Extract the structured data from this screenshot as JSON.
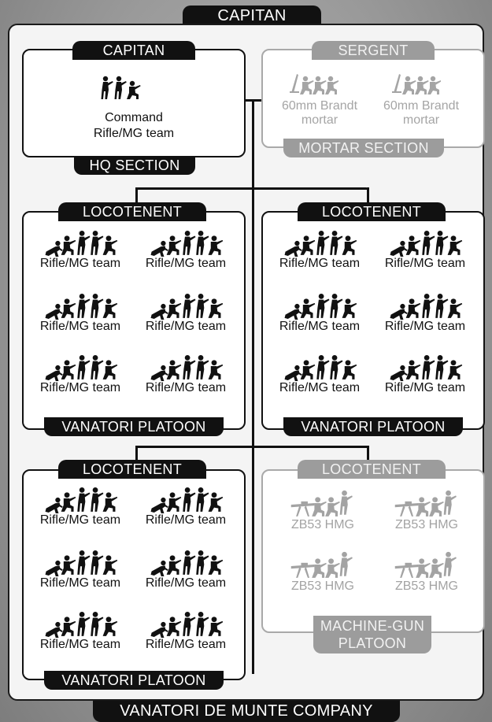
{
  "company": {
    "top_title": "CAPITAN",
    "bottom_title": "VANATORI DE MUNTE COMPANY"
  },
  "hq": {
    "command_title": "CAPITAN",
    "team_line1": "Command",
    "team_line2": "Rifle/MG team",
    "section_label": "HQ SECTION"
  },
  "mortar": {
    "command_title": "SERGENT",
    "teams": [
      {
        "line1": "60mm Brandt",
        "line2": "mortar"
      },
      {
        "line1": "60mm Brandt",
        "line2": "mortar"
      }
    ],
    "section_label": "MORTAR SECTION"
  },
  "platoon1": {
    "command_title": "LOCOTENENT",
    "teams": [
      "Rifle/MG team",
      "Rifle/MG team",
      "Rifle/MG team",
      "Rifle/MG team",
      "Rifle/MG team",
      "Rifle/MG team"
    ],
    "section_label": "VANATORI PLATOON"
  },
  "platoon2": {
    "command_title": "LOCOTENENT",
    "teams": [
      "Rifle/MG team",
      "Rifle/MG team",
      "Rifle/MG team",
      "Rifle/MG team",
      "Rifle/MG team",
      "Rifle/MG team"
    ],
    "section_label": "VANATORI PLATOON"
  },
  "platoon3": {
    "command_title": "LOCOTENENT",
    "teams": [
      "Rifle/MG team",
      "Rifle/MG team",
      "Rifle/MG team",
      "Rifle/MG team",
      "Rifle/MG team",
      "Rifle/MG team"
    ],
    "section_label": "VANATORI PLATOON"
  },
  "mg_platoon": {
    "command_title": "LOCOTENENT",
    "teams": [
      "ZB53 HMG",
      "ZB53 HMG",
      "ZB53 HMG",
      "ZB53 HMG"
    ],
    "section_label_line1": "MACHINE-GUN",
    "section_label_line2": "PLATOON"
  },
  "colors": {
    "active": "#111111",
    "optional": "#a3a3a3",
    "background": "#9a9a9a"
  }
}
